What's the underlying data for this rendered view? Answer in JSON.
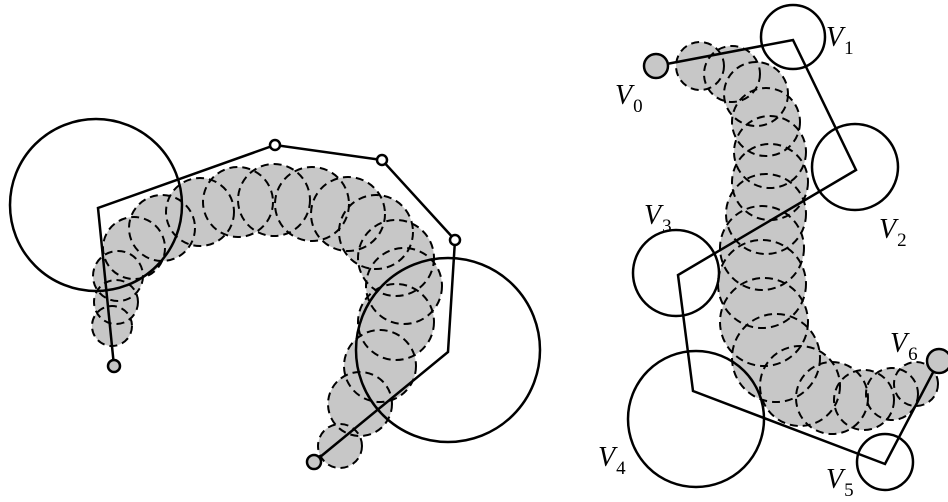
{
  "colors": {
    "stroke": "#000000",
    "fill": "#c7c7c7",
    "background": "#ffffff"
  },
  "left_figure": {
    "control_points": 7,
    "swept_disks": 14
  },
  "right_figure": {
    "labels": [
      {
        "id": "v0",
        "main": "V",
        "sub": "0"
      },
      {
        "id": "v1",
        "main": "V",
        "sub": "1"
      },
      {
        "id": "v2",
        "main": "V",
        "sub": "2"
      },
      {
        "id": "v3",
        "main": "V",
        "sub": "3"
      },
      {
        "id": "v4",
        "main": "V",
        "sub": "4"
      },
      {
        "id": "v5",
        "main": "V",
        "sub": "5"
      },
      {
        "id": "v6",
        "main": "V",
        "sub": "6"
      }
    ]
  }
}
